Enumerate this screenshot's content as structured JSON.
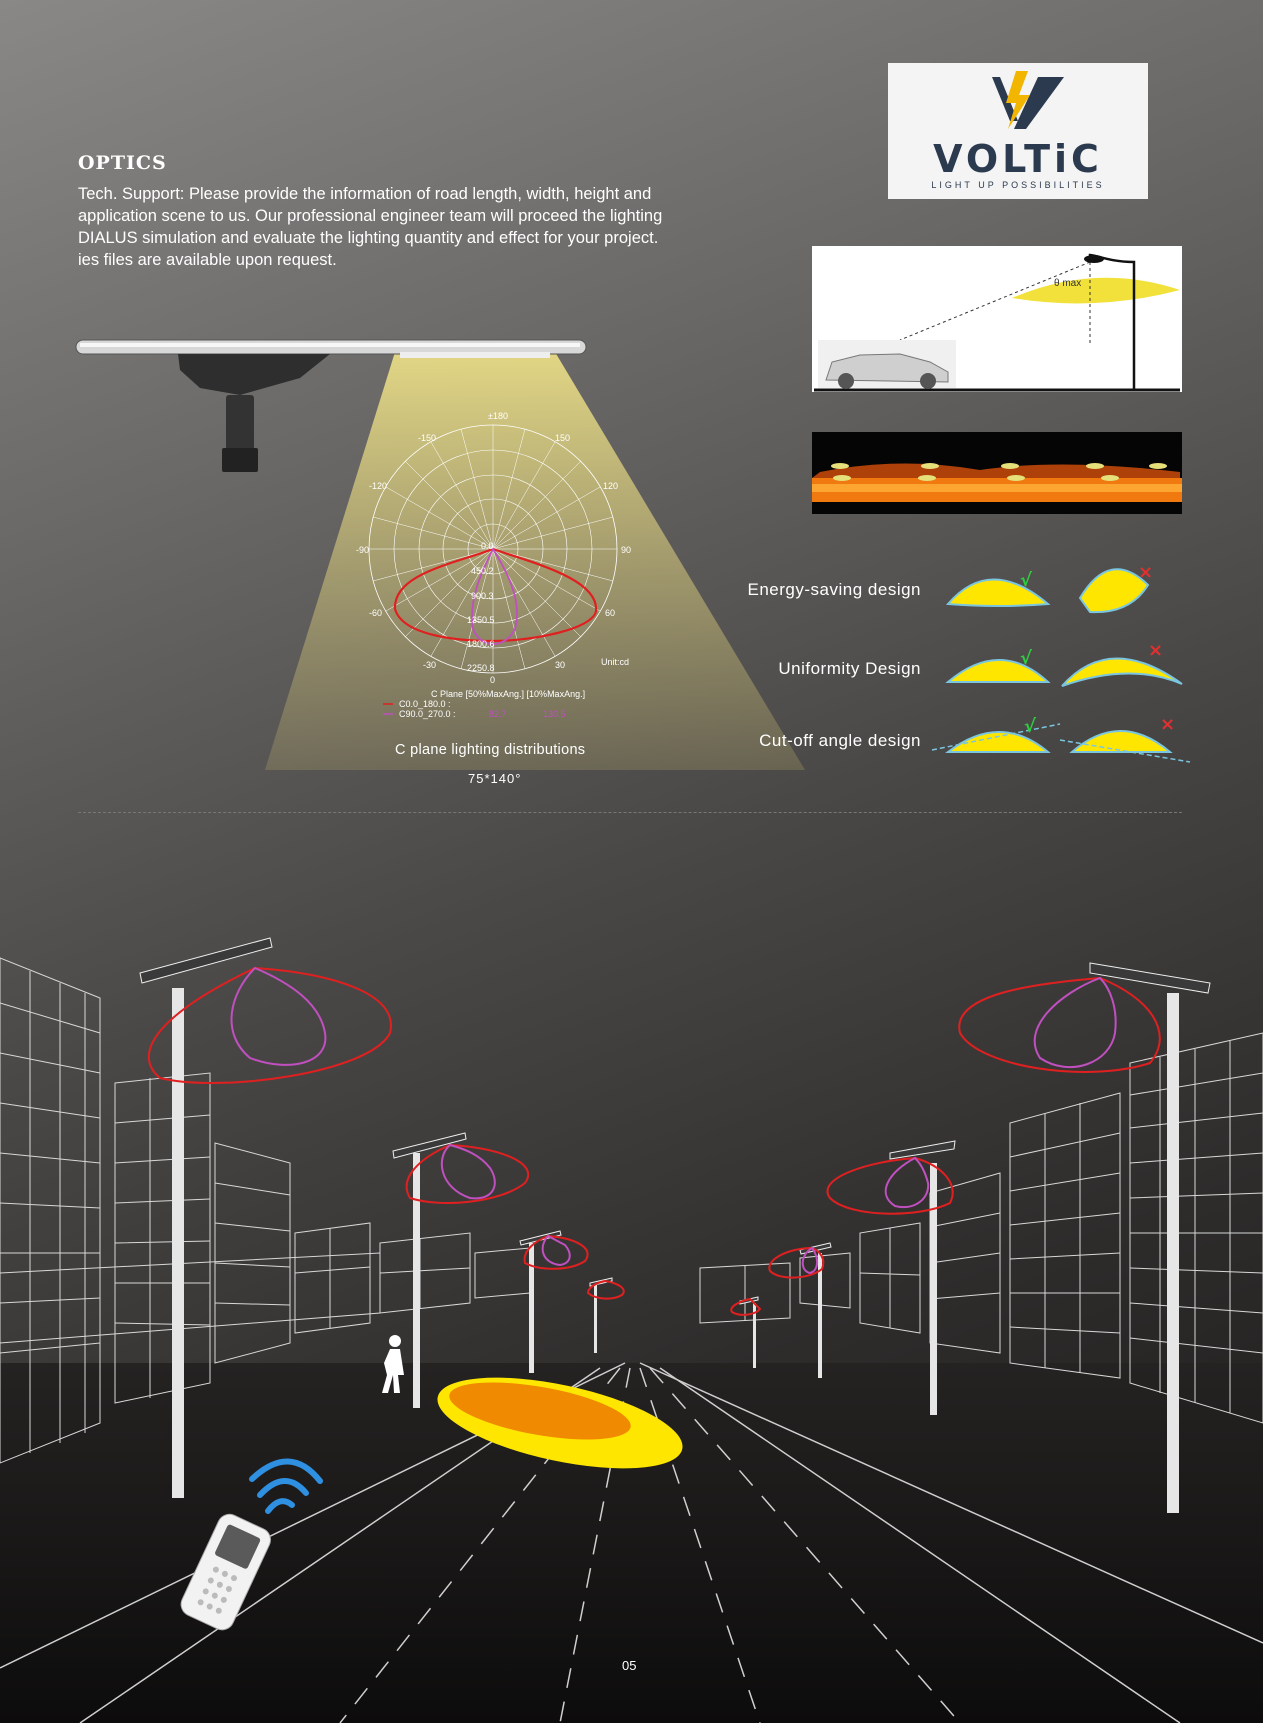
{
  "brand": {
    "name": "VOLTiC",
    "tagline": "LIGHT UP POSSIBILITIES"
  },
  "section": {
    "title": "OPTICS",
    "intro_lines": [
      "Tech. Support: Please provide the information of road length, width, height and",
      "application scene to us. Our professional engineer team will proceed the lighting",
      "DIALUS simulation and evaluate the lighting quantity and effect for your project.",
      "ies files are available upon request."
    ]
  },
  "polar": {
    "angle_top": "±180",
    "angles": [
      "-150",
      "150",
      "-120",
      "120",
      "-90",
      "90",
      "-60",
      "60",
      "-30",
      "30",
      "0"
    ],
    "radial": [
      "0.0",
      "450.2",
      "900.3",
      "1350.5",
      "1800.6",
      "2250.8"
    ],
    "unit": "Unit:cd",
    "legend_header": "C Plane    [50%MaxAng.] [10%MaxAng.]",
    "legend_rows": [
      {
        "label": "C0.0_180.0 :",
        "color": "#e02020"
      },
      {
        "label": "C90.0_270.0 :",
        "color": "#c050c0",
        "v50": "82.7",
        "v10": "130.5"
      }
    ],
    "caption": "C plane lighting distributions",
    "beam": "75*140°"
  },
  "theta_label": "θ max",
  "designs": [
    {
      "label": "Energy-saving design",
      "good": "√",
      "bad": "×"
    },
    {
      "label": "Uniformity Design",
      "good": "√",
      "bad": "×"
    },
    {
      "label": "Cut-off angle design",
      "good": "√",
      "bad": "×"
    }
  ],
  "colors": {
    "good_mark": "#2ecc40",
    "bad_mark": "#e03030",
    "light_yellow": "#ffe600",
    "c0_curve": "#e02020",
    "c90_curve": "#c050c0"
  },
  "page_number": "05"
}
